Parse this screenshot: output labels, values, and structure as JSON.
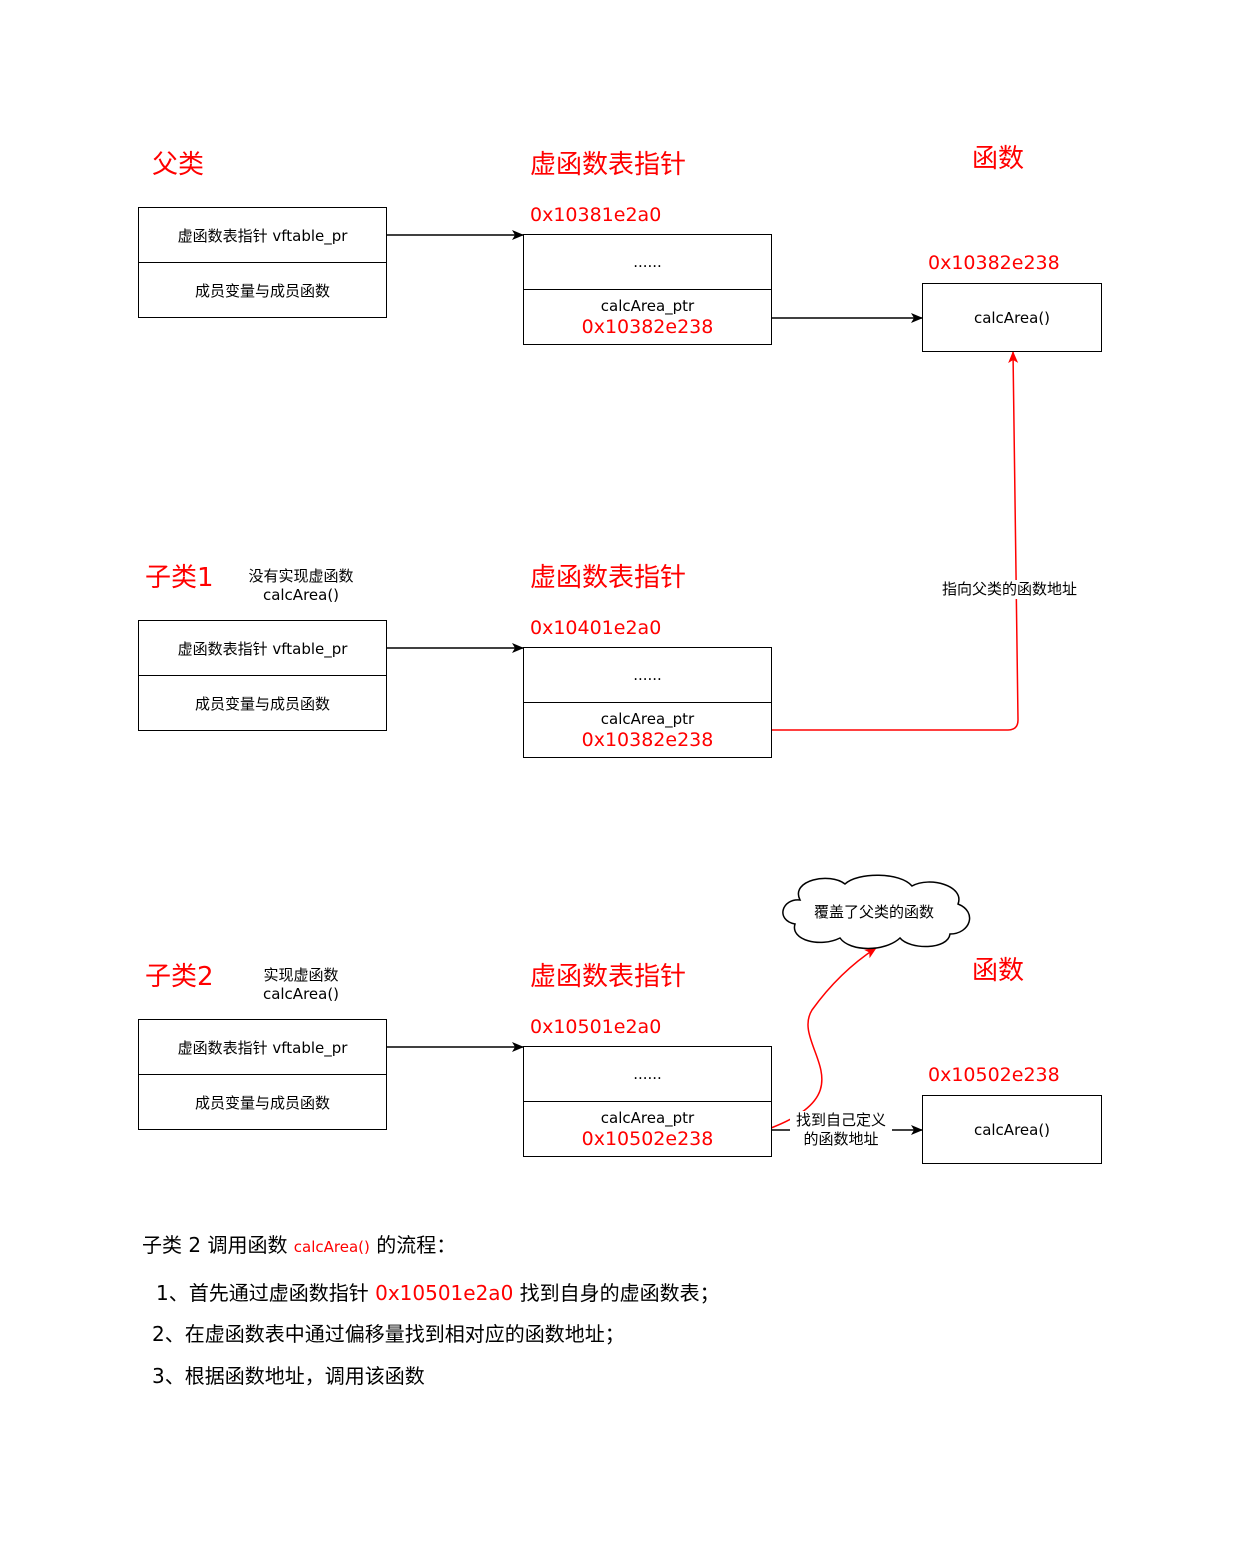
{
  "colors": {
    "accent": "#ff0000",
    "line": "#000000"
  },
  "parent": {
    "title": "父类",
    "table_header": "虚函数表指针",
    "func_header": "函数",
    "obj_rows": [
      "虚函数表指针 vftable_pr",
      "成员变量与成员函数"
    ],
    "vtable_addr": "0x10381e2a0",
    "vtable_row1": "......",
    "vtable_row2": "calcArea_ptr",
    "vtable_row2_addr": "0x10382e238",
    "func_addr": "0x10382e238",
    "func_name": "calcArea()"
  },
  "child1": {
    "title": "子类1",
    "note": [
      "没有实现虚函数",
      "calcArea()"
    ],
    "table_header": "虚函数表指针",
    "obj_rows": [
      "虚函数表指针 vftable_pr",
      "成员变量与成员函数"
    ],
    "vtable_addr": "0x10401e2a0",
    "vtable_row1": "......",
    "vtable_row2": "calcArea_ptr",
    "vtable_row2_addr": "0x10382e238",
    "link_label": "指向父类的函数地址"
  },
  "child2": {
    "title": "子类2",
    "note": [
      "实现虚函数",
      "calcArea()"
    ],
    "table_header": "虚函数表指针",
    "func_header": "函数",
    "obj_rows": [
      "虚函数表指针 vftable_pr",
      "成员变量与成员函数"
    ],
    "vtable_addr": "0x10501e2a0",
    "vtable_row1": "......",
    "vtable_row2": "calcArea_ptr",
    "vtable_row2_addr": "0x10502e238",
    "func_addr": "0x10502e238",
    "func_name": "calcArea()",
    "cloud_label": "覆盖了父类的函数",
    "link_label": [
      "找到自己定义",
      "的函数地址"
    ]
  },
  "steps": {
    "caption_prefix": "子类 2 调用函数 ",
    "caption_func": "calcArea()",
    "caption_suffix": " 的流程：",
    "step1_prefix": "1、首先通过虚函数指针 ",
    "step1_addr": "0x10501e2a0",
    "step1_suffix": " 找到自身的虚函数表；",
    "step2": "2、在虚函数表中通过偏移量找到相对应的函数地址；",
    "step3": "3、根据函数地址，调用该函数"
  }
}
